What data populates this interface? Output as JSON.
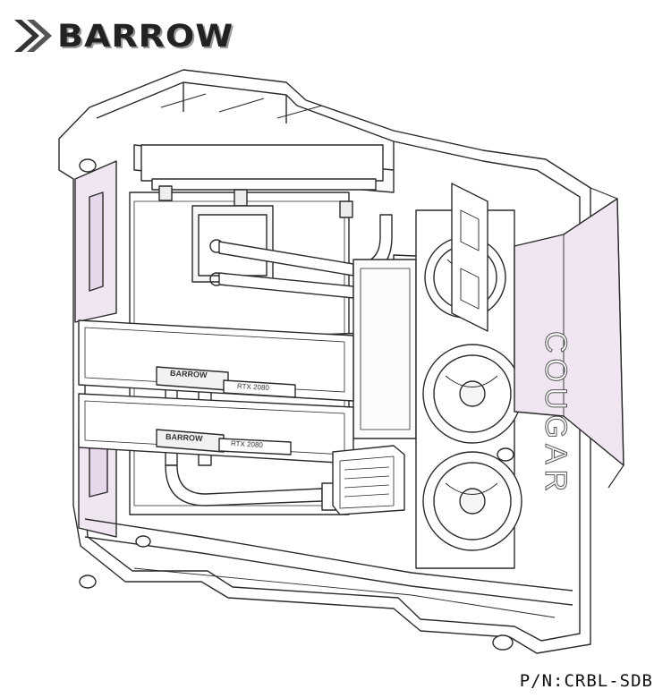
{
  "brand": {
    "name": "BARROW",
    "logo_icon": "double-chevron-icon"
  },
  "part_number": "P/N:CRBL-SDB",
  "case_panel_text": "COUGAR",
  "gpu_cards": [
    {
      "block_label": "BARROW",
      "card_label": "RTX 2080"
    },
    {
      "block_label": "BARROW",
      "card_label": "RTX 2080"
    }
  ],
  "colors": {
    "line": "#2a2a2a",
    "panel_tint": "#f0e6f2",
    "panel_tint_dark": "#e6d8ea",
    "logo_text": "#222222"
  }
}
